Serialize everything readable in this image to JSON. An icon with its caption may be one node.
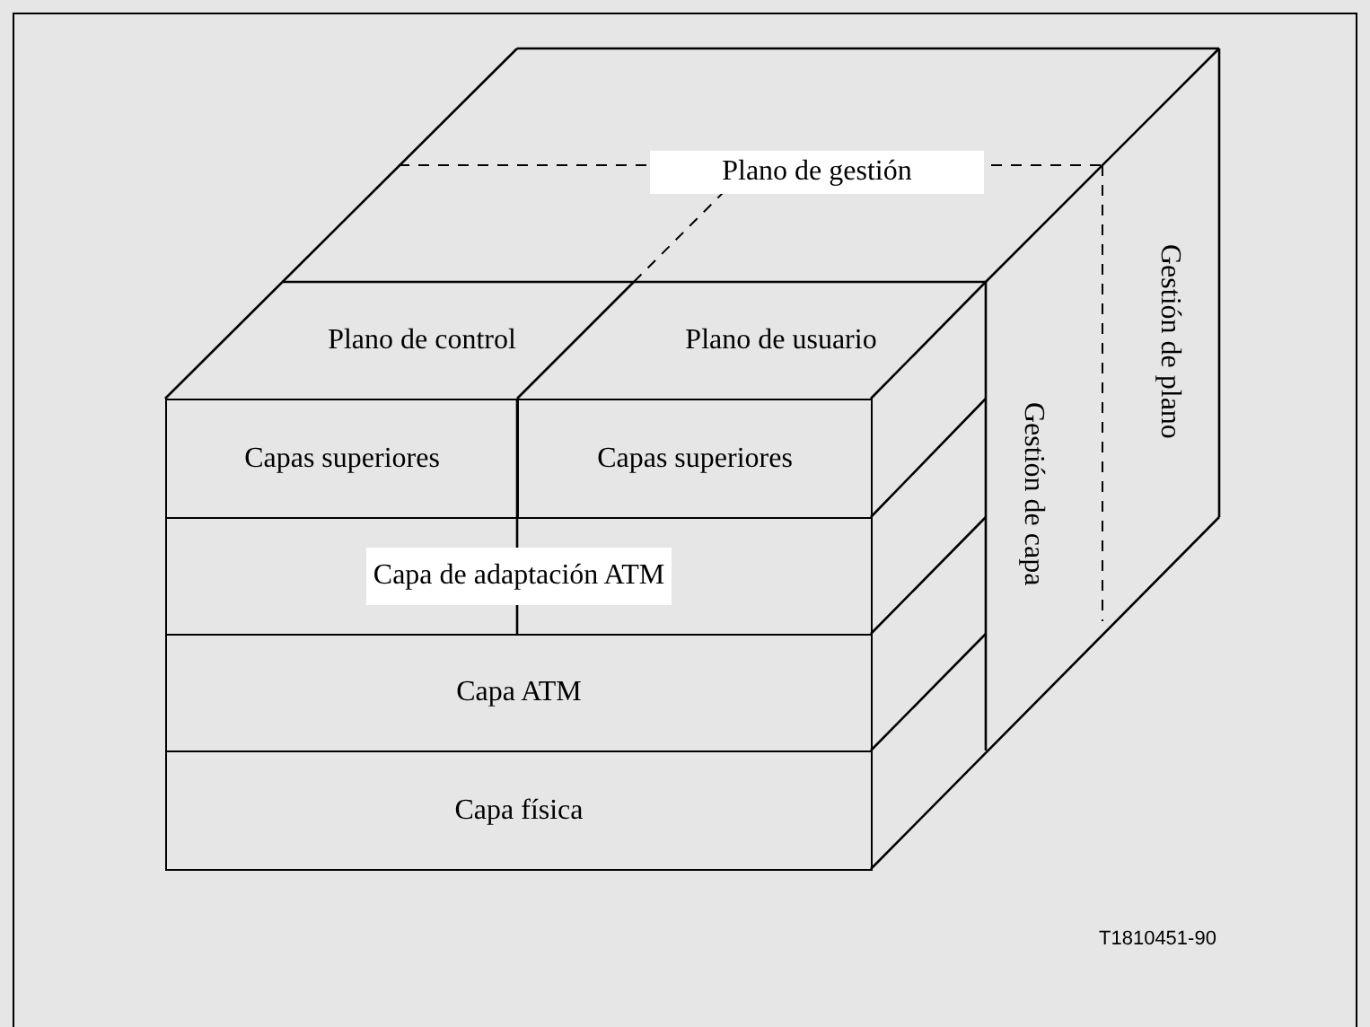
{
  "diagram": {
    "nodes": [
      {
        "text": [
          "Plano de gestión"
        ]
      },
      {
        "text": [
          "Plano de control"
        ]
      },
      {
        "text": [
          "Plano de usuario"
        ]
      },
      {
        "text": [
          "Capas superiores"
        ]
      },
      {
        "text": [
          "Capas superiores"
        ]
      },
      {
        "text": [
          "Capa de adaptación ATM"
        ]
      },
      {
        "text": [
          "Capa ATM"
        ]
      },
      {
        "text": [
          "Capa física"
        ]
      },
      {
        "text": [
          "Gestión de capa"
        ]
      },
      {
        "text": [
          "Gestión de plano"
        ]
      }
    ],
    "labels": [
      "T1810451-90"
    ]
  }
}
